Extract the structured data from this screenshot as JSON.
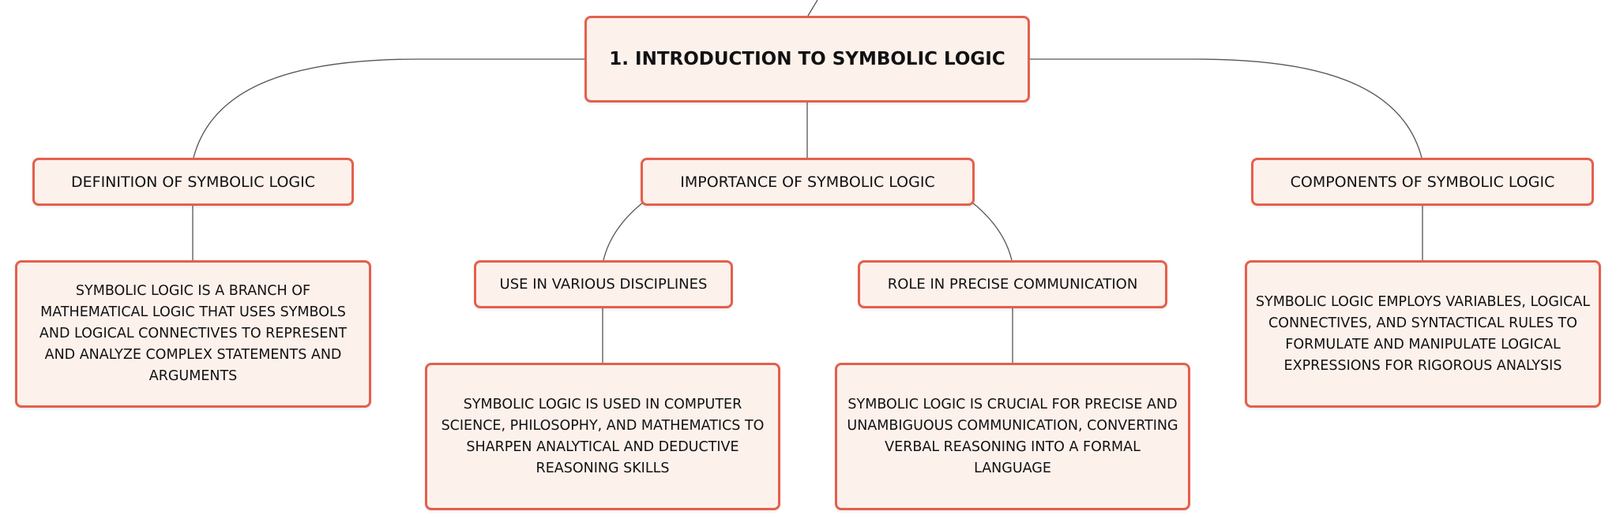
{
  "root": {
    "label": "1. INTRODUCTION TO SYMBOLIC LOGIC"
  },
  "branches": {
    "definition": {
      "label": "DEFINITION OF SYMBOLIC LOGIC",
      "detail": "SYMBOLIC LOGIC IS A BRANCH OF MATHEMATICAL LOGIC THAT USES SYMBOLS AND LOGICAL CONNECTIVES TO REPRESENT AND ANALYZE COMPLEX STATEMENTS AND ARGUMENTS"
    },
    "importance": {
      "label": "IMPORTANCE OF SYMBOLIC LOGIC",
      "children": {
        "disciplines": {
          "label": "USE IN VARIOUS DISCIPLINES",
          "detail": "SYMBOLIC LOGIC IS USED IN COMPUTER SCIENCE, PHILOSOPHY, AND MATHEMATICS TO SHARPEN ANALYTICAL AND DEDUCTIVE REASONING SKILLS"
        },
        "communication": {
          "label": "ROLE IN PRECISE COMMUNICATION",
          "detail": "SYMBOLIC LOGIC IS CRUCIAL FOR PRECISE AND UNAMBIGUOUS COMMUNICATION, CONVERTING VERBAL REASONING INTO A FORMAL LANGUAGE"
        }
      }
    },
    "components": {
      "label": "COMPONENTS OF SYMBOLIC LOGIC",
      "detail": "SYMBOLIC LOGIC EMPLOYS VARIABLES, LOGICAL CONNECTIVES, AND SYNTACTICAL RULES TO FORMULATE AND MANIPULATE LOGICAL EXPRESSIONS FOR RIGOROUS ANALYSIS"
    }
  },
  "colors": {
    "node_fill": "#fdf1ec",
    "node_border": "#e4604c",
    "connector": "#555555",
    "text": "#111111"
  }
}
